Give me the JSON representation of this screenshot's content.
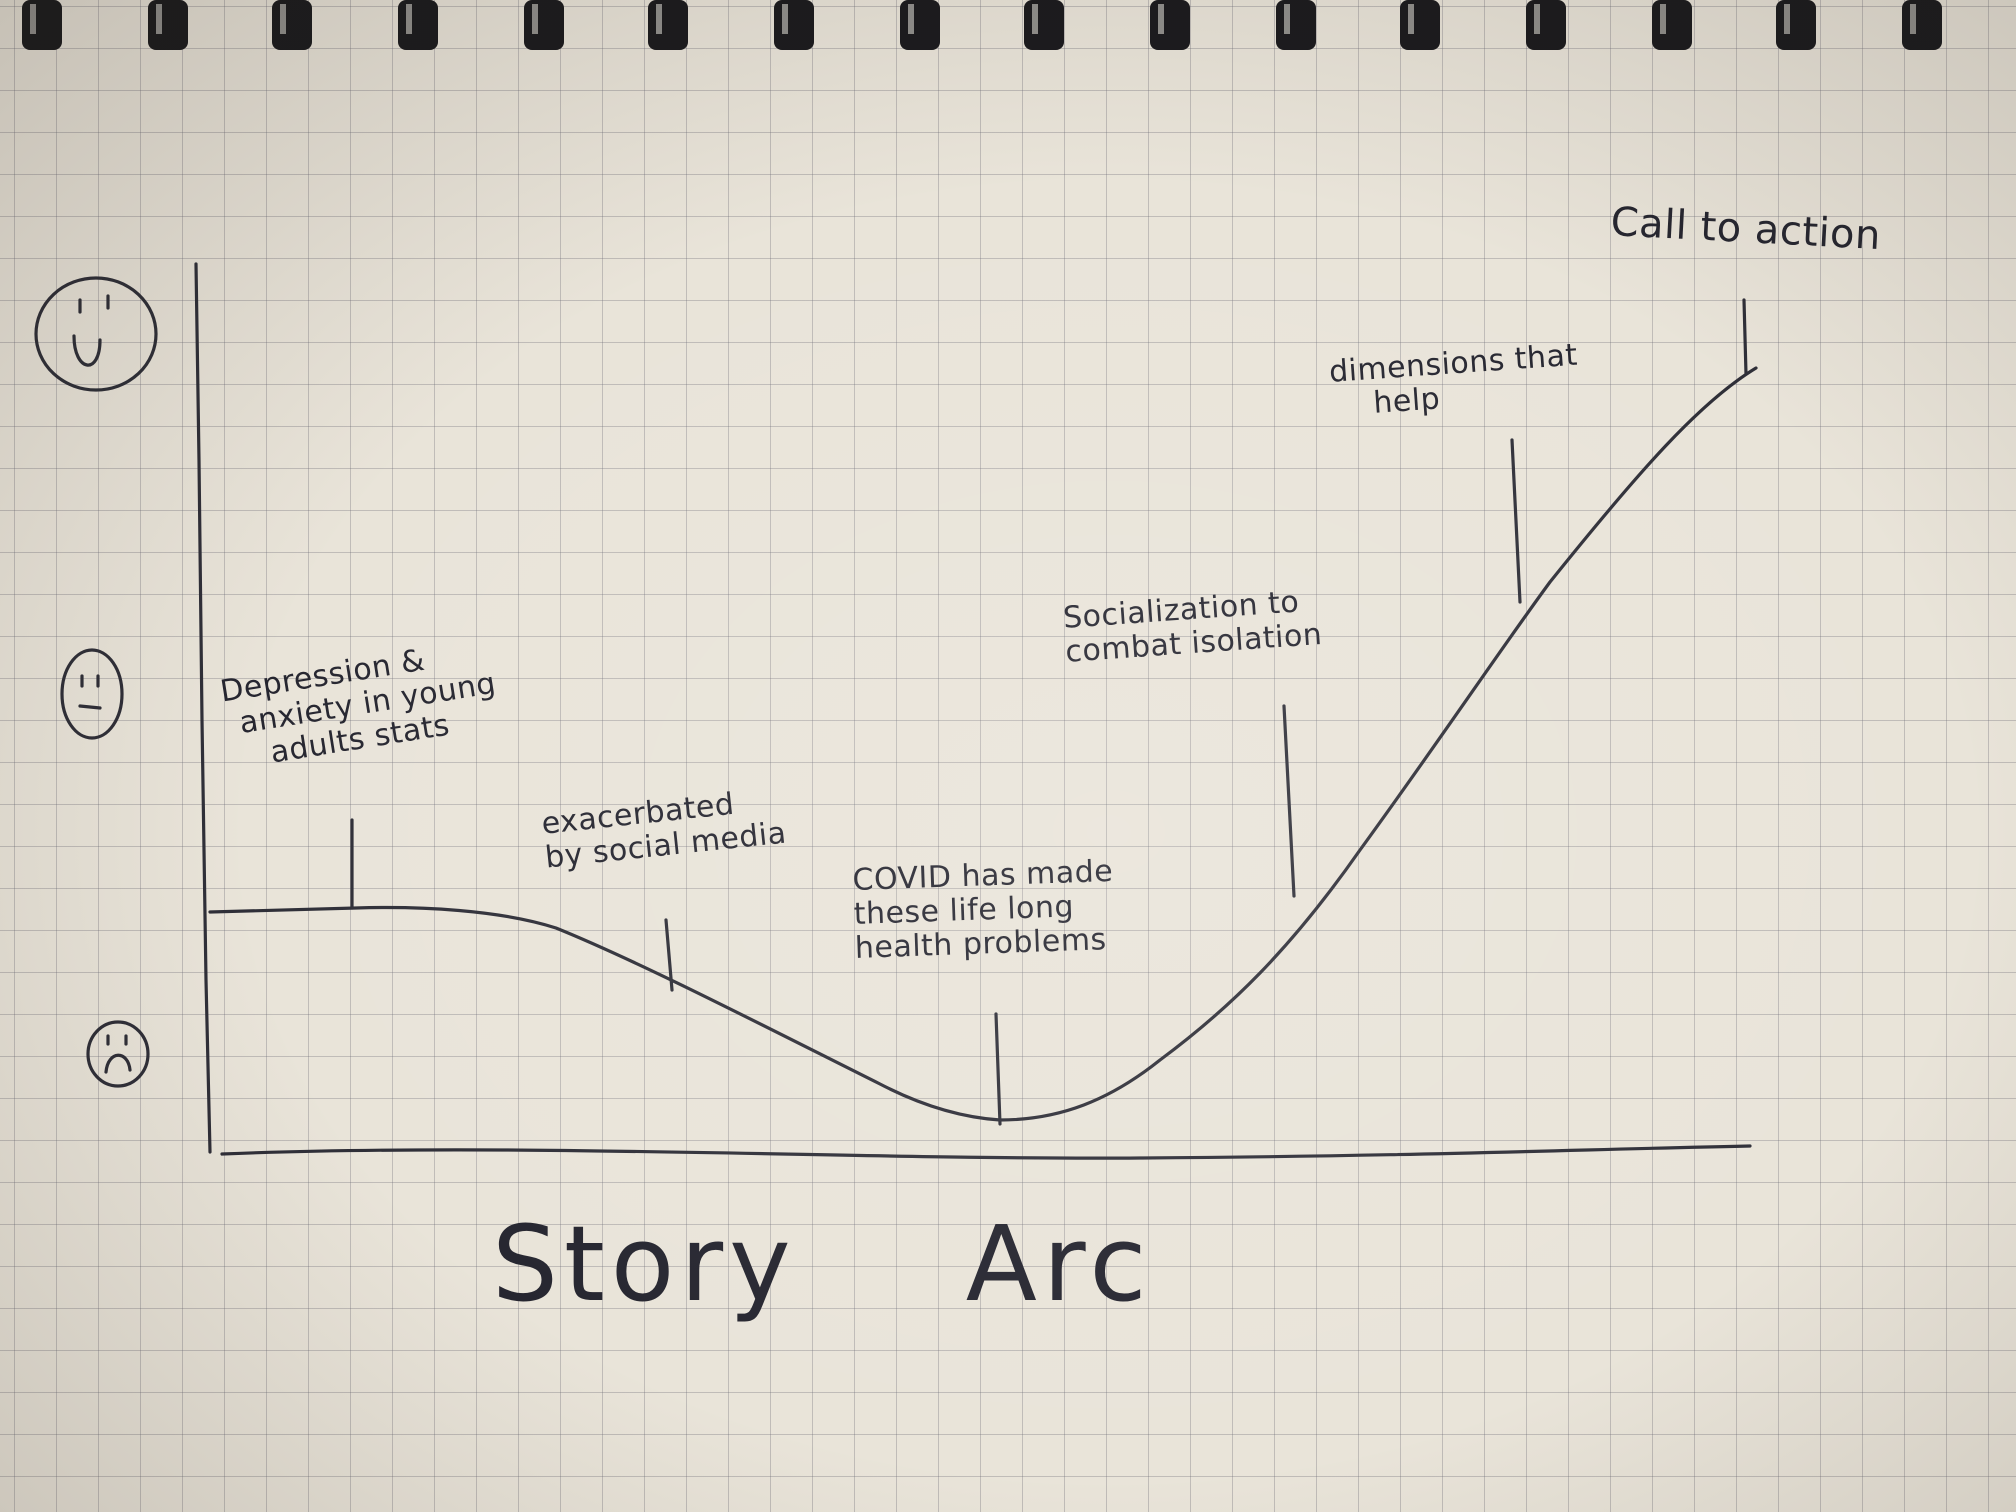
{
  "diagram": {
    "title": "Story Arc",
    "y_axis": {
      "levels": [
        {
          "name": "happy",
          "icon": "happy-face-icon"
        },
        {
          "name": "neutral",
          "icon": "neutral-face-icon"
        },
        {
          "name": "sad",
          "icon": "sad-face-icon"
        }
      ]
    },
    "annotations": {
      "depression": [
        "Depression &",
        "anxiety in young",
        "adults stats"
      ],
      "exacerbated": [
        "exacerbated",
        "by social media"
      ],
      "covid": [
        "COVID has made",
        "these life long",
        "health problems"
      ],
      "socialization": [
        "Socialization to",
        "combat isolation"
      ],
      "dimensions": [
        "dimensions that",
        "help"
      ],
      "call_to_action": "Call to action"
    },
    "ink_color": "#2f2f38",
    "paper_color": "#e9e4d9"
  }
}
